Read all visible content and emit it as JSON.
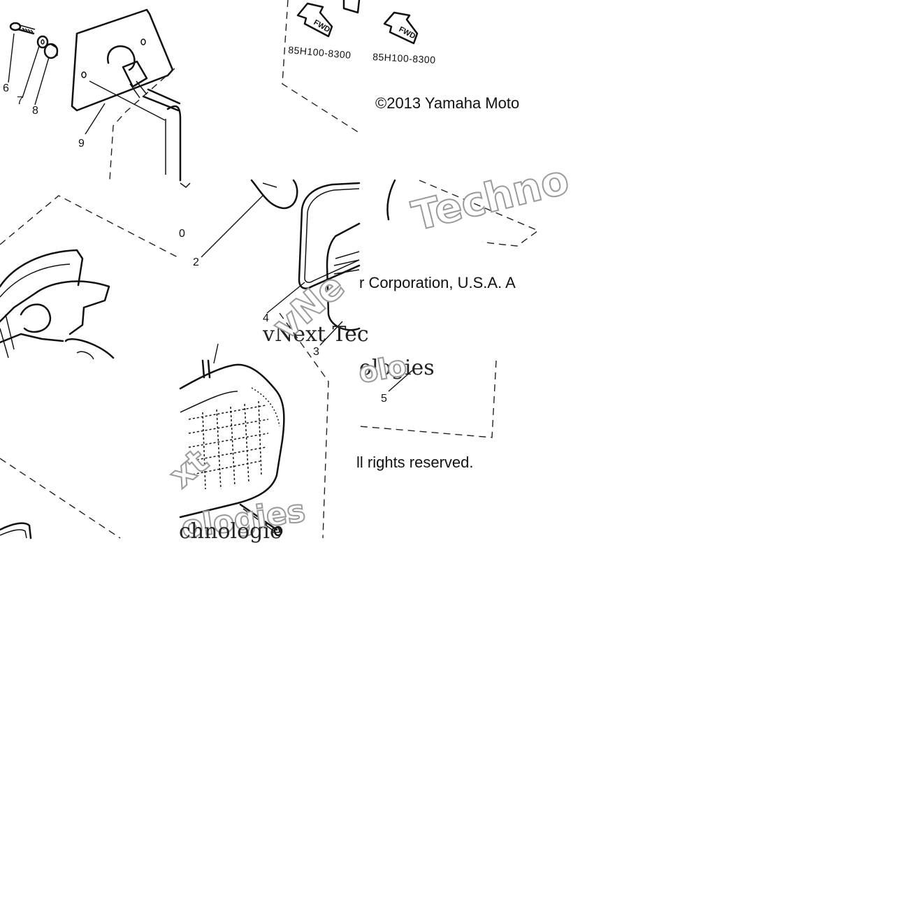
{
  "callouts": {
    "c2": "2",
    "c3": "3",
    "c4": "4",
    "c5": "5",
    "c6": "6",
    "c7": "7",
    "c8": "8",
    "c9": "9",
    "c0": "0"
  },
  "arrows": {
    "fwd_label": "FWD",
    "part_code_left": "85H100-8300",
    "part_code_right": "85H100-8300"
  },
  "copyright": {
    "line1": "©2013 Yamaha Moto",
    "line2": "r Corporation, U.S.A. A",
    "line3": "ll rights reserved."
  },
  "watermark": {
    "techno": "Techno",
    "vnext_tec": "vNext Tec",
    "vn_overlay": "vNe",
    "ologies": "ologies",
    "olo": "olo",
    "xt": "xt",
    "ologies_outline": "ologies",
    "chnologie": "chnologie"
  },
  "colors": {
    "ink": "#111111",
    "watermark_outline": "#9a9a9a",
    "background": "#ffffff"
  }
}
